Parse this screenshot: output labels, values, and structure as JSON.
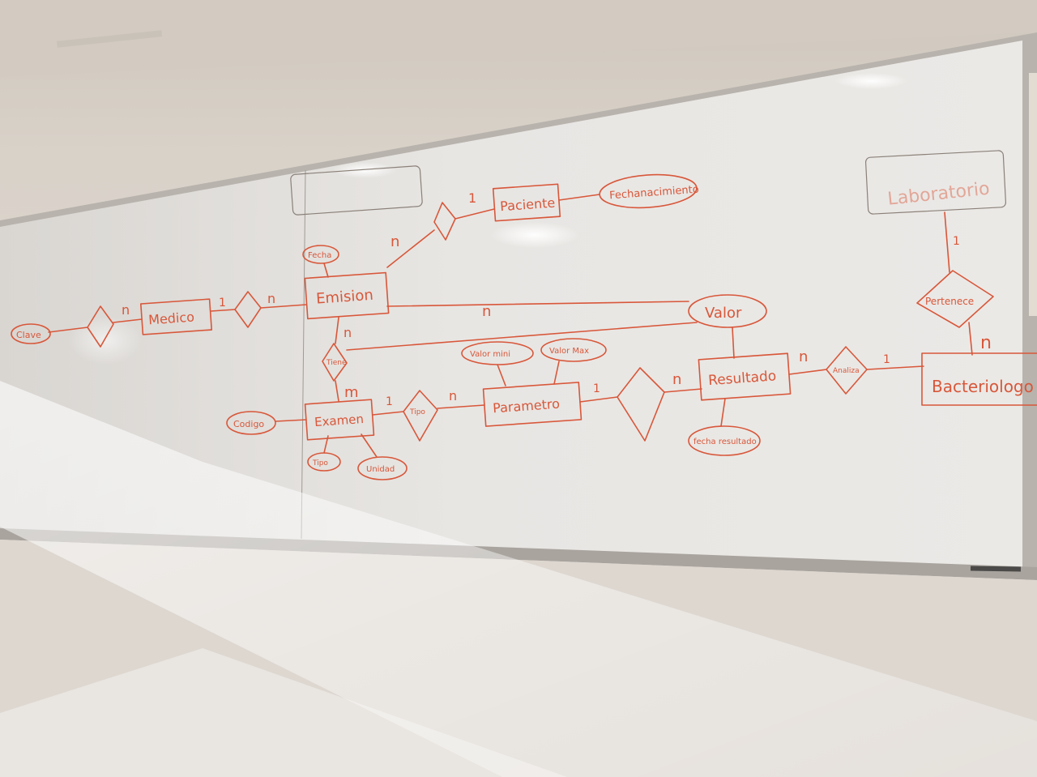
{
  "diagram": {
    "entities": {
      "paciente": "Paciente",
      "medico": "Medico",
      "emision": "Emision",
      "examen": "Examen",
      "parametro": "Parametro",
      "resultado": "Resultado",
      "bacteriologo": "Bacteriologo",
      "laboratorio": "Laboratorio"
    },
    "attributes": {
      "fechanacimiento": "Fechanacimiento",
      "clave": "Clave",
      "fecha": "Fecha",
      "valor": "Valor",
      "valor_minimo": "Valor mini",
      "valor_maximo": "Valor Max",
      "codigo": "Codigo",
      "tipo_examen": "Tipo",
      "unidad": "Unidad",
      "fecha_resultado": "fecha resultado"
    },
    "relations": {
      "tiene": "Tiene",
      "tipo": "Tipo",
      "analiza": "Analiza",
      "pertenece": "Pertenece"
    },
    "cardinalities": {
      "paciente_one": "1",
      "emision_n_top": "n",
      "medico_one": "1",
      "emision_n_left": "n",
      "medico_n_left": "n",
      "emision_n_down": "n",
      "examen_m": "m",
      "valor_n": "n",
      "examen_one": "1",
      "parametro_n": "n",
      "parametro_one": "1",
      "resultado_n": "n",
      "resultado_n_right": "n",
      "bacteriologo_one": "1",
      "laboratorio_one": "1",
      "bacteriologo_n": "n"
    }
  }
}
